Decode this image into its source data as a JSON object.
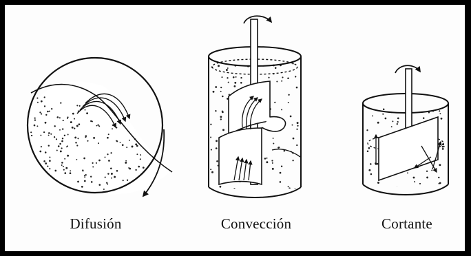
{
  "figure": {
    "panels": [
      {
        "id": "difusion",
        "caption": "Difusión"
      },
      {
        "id": "conveccion",
        "caption": "Convección"
      },
      {
        "id": "cortante",
        "caption": "Cortante"
      }
    ]
  }
}
